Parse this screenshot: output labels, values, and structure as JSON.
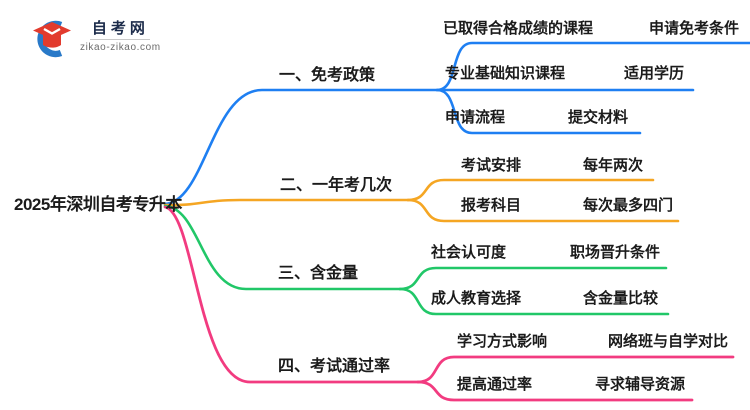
{
  "logo": {
    "site_name": "自考网",
    "site_url": "zikao-zikao.com",
    "blue": "#2979c8",
    "red": "#e23b2e",
    "navy": "#1c2b4a"
  },
  "root": {
    "label": "2025年深圳自考专升本"
  },
  "colors": {
    "text": "#1b1b1b",
    "background": "#ffffff"
  },
  "branches": [
    {
      "label": "一、免考政策",
      "color": "#1e7ff2",
      "children": [
        {
          "label": "已取得合格成绩的课程",
          "sub": "申请免考条件"
        },
        {
          "label": "专业基础知识课程",
          "sub": "适用学历"
        },
        {
          "label": "申请流程",
          "sub": "提交材料"
        }
      ]
    },
    {
      "label": "二、一年考几次",
      "color": "#f5a623",
      "children": [
        {
          "label": "考试安排",
          "sub": "每年两次"
        },
        {
          "label": "报考科目",
          "sub": "每次最多四门"
        }
      ]
    },
    {
      "label": "三、含金量",
      "color": "#21c768",
      "children": [
        {
          "label": "社会认可度",
          "sub": "职场晋升条件"
        },
        {
          "label": "成人教育选择",
          "sub": "含金量比较"
        }
      ]
    },
    {
      "label": "四、考试通过率",
      "color": "#f23b80",
      "children": [
        {
          "label": "学习方式影响",
          "sub": "网络班与自学对比"
        },
        {
          "label": "提高通过率",
          "sub": "寻求辅导资源"
        }
      ]
    }
  ]
}
